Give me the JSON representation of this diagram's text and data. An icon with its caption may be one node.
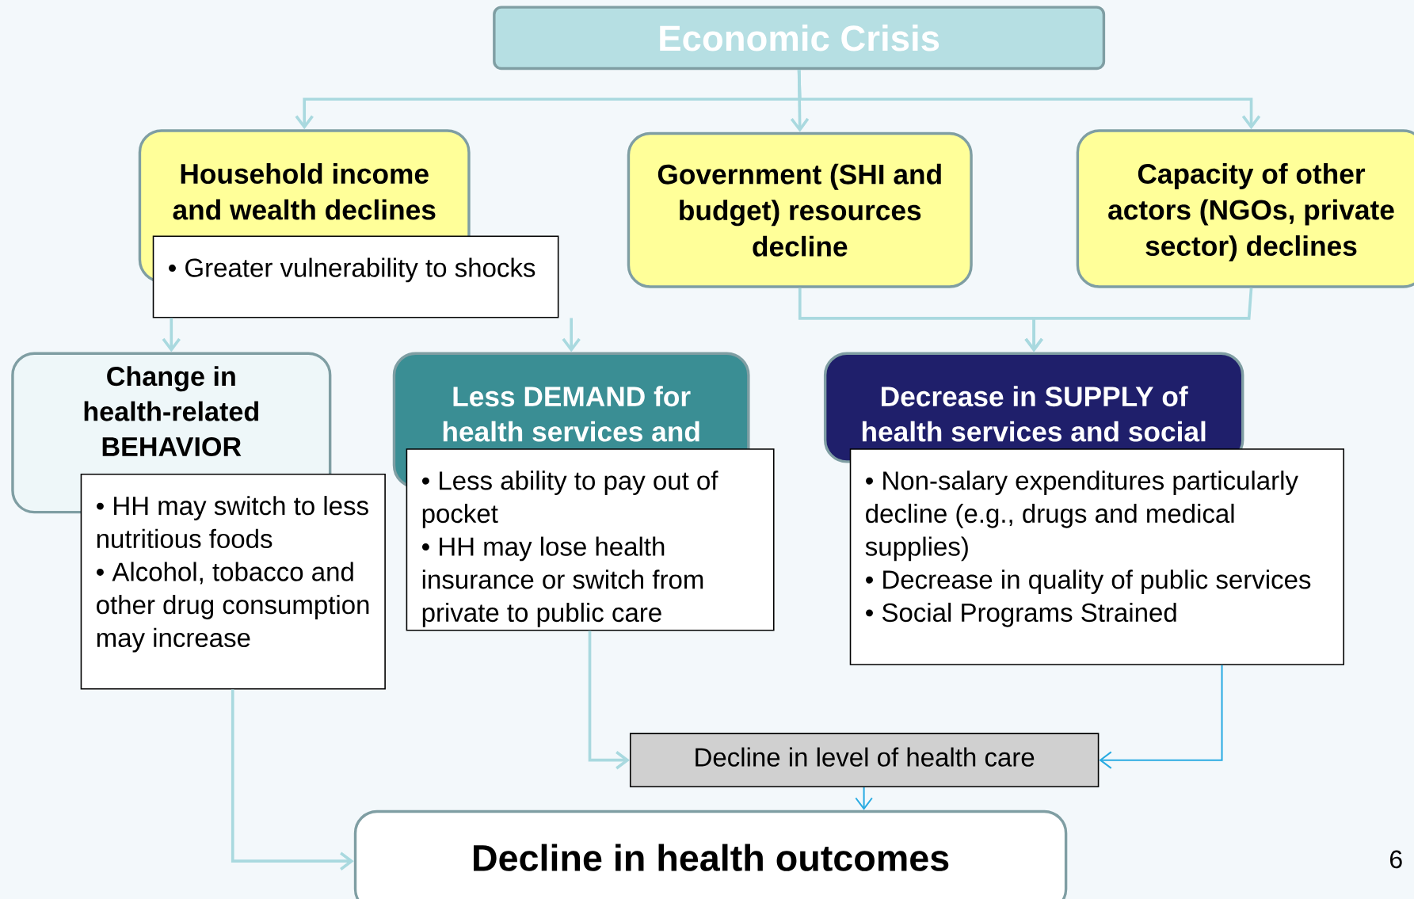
{
  "diagram": {
    "nodes": [
      {
        "text": [
          "Economic Crisis"
        ]
      },
      {
        "text": [
          "Household income and wealth declines"
        ]
      },
      {
        "text": [
          "• Greater vulnerability to shocks"
        ]
      },
      {
        "text": [
          "Government  (SHI and budget) resources decline"
        ]
      },
      {
        "text": [
          "Capacity of other actors (NGOs, private sector) declines"
        ]
      },
      {
        "text": [
          "Change in health-related BEHAVIOR"
        ]
      },
      {
        "text": [
          "• HH may switch to less nutritious foods",
          "• Alcohol, tobacco and other drug consumption may increase"
        ]
      },
      {
        "text": [
          "Less DEMAND for health services and"
        ]
      },
      {
        "text": [
          "• Less ability to pay out of pocket",
          "• HH may lose health insurance or switch from private to public care"
        ]
      },
      {
        "text": [
          "Decrease in SUPPLY of health services and social"
        ]
      },
      {
        "text": [
          "• Non-salary expenditures particularly decline (e.g., drugs and medical supplies)",
          "• Decrease in quality of public services",
          "• Social Programs Strained"
        ]
      },
      {
        "text": [
          "Decline in level of health care"
        ]
      },
      {
        "text": [
          "Decline in health outcomes"
        ]
      }
    ],
    "edges": [
      {
        "from": 0,
        "to": 1,
        "arrow": "to"
      },
      {
        "from": 0,
        "to": 3,
        "arrow": "to"
      },
      {
        "from": 0,
        "to": 4,
        "arrow": "to"
      },
      {
        "from": 2,
        "to": 5,
        "arrow": "to"
      },
      {
        "from": 2,
        "to": 7,
        "arrow": "to"
      },
      {
        "from": 3,
        "to": 9,
        "arrow": "to"
      },
      {
        "from": 4,
        "to": 9,
        "arrow": "to"
      },
      {
        "from": 6,
        "to": 12,
        "arrow": "to"
      },
      {
        "from": 8,
        "to": 11,
        "arrow": "to"
      },
      {
        "from": 10,
        "to": 11,
        "arrow": "to",
        "color": "#29abe2"
      },
      {
        "from": 11,
        "to": 12,
        "arrow": "to",
        "color": "#29abe2"
      }
    ],
    "labels": [
      "6"
    ]
  }
}
